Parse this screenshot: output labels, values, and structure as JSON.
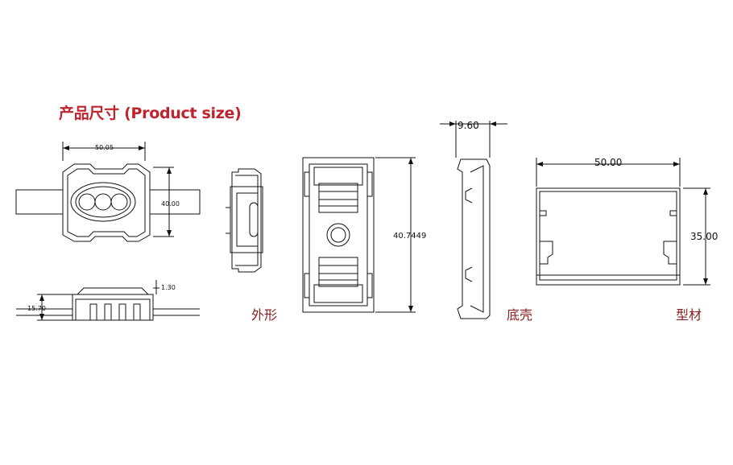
{
  "title": "产品尺寸 (Product size)",
  "labels": {
    "housing": "外形",
    "base": "底壳",
    "profile": "型材"
  },
  "dimensions": {
    "module_width": "50.05",
    "module_height": "40.00",
    "module_thickness": "15.70",
    "module_step": "1.30",
    "housing_length": "40.7449",
    "base_depth": "9.60",
    "profile_width": "50.00",
    "profile_height": "35.00"
  },
  "colors": {
    "title": "#c0232b",
    "labels": "#8a2020",
    "lines": "#111111"
  }
}
